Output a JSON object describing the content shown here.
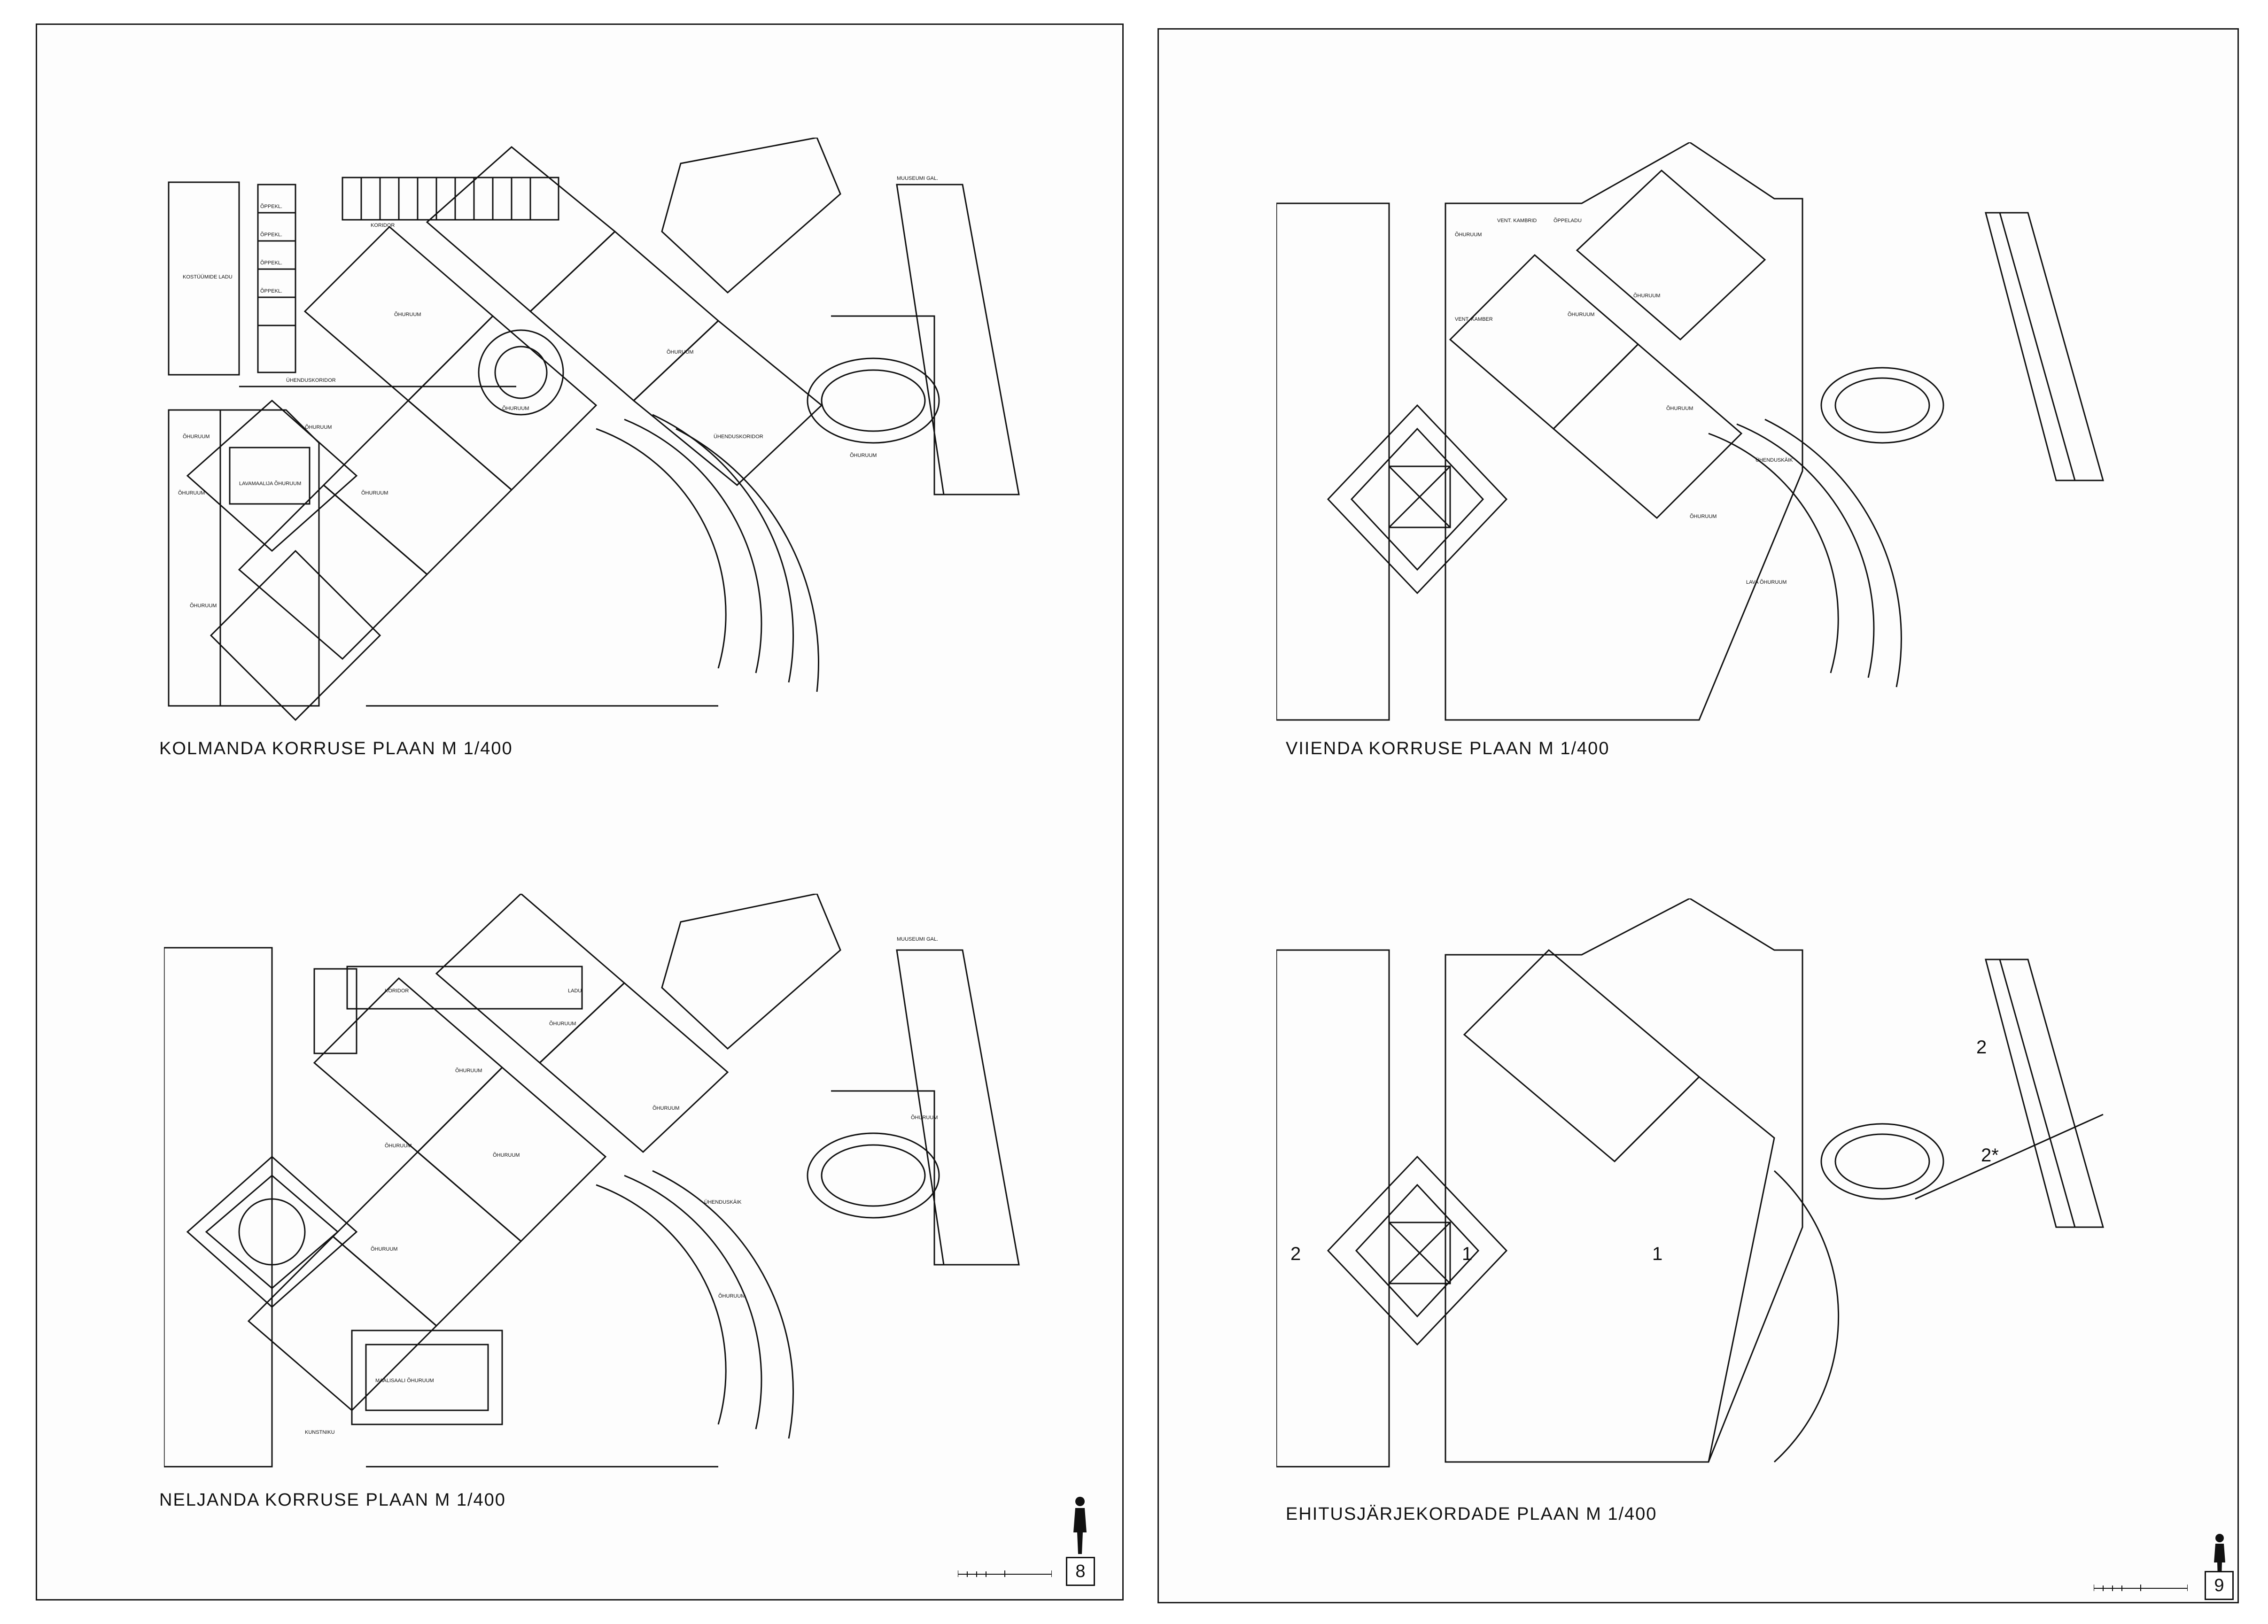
{
  "sheets": [
    {
      "id": "left",
      "page_number": "8",
      "plans": [
        {
          "caption": "KOLMANDA KORRUSE PLAAN  M 1/400",
          "rooms": [
            "KOSTÜÜMIDE LADU",
            "ÕHURUUM",
            "ÕHURUUM",
            "ÕHURUUM",
            "LAVAMAALIJA ÕHURUUM",
            "ÕHURUUM",
            "ÕHURUUM",
            "ÕHURUUM",
            "ÕHURUUM",
            "ÕHURUUM",
            "KORIDOR",
            "ÜHENDUSKORIDOR",
            "ÜHENDUSKORIDOR",
            "ÕPPEKL.",
            "ÕPPEKL.",
            "ÕPPEKL.",
            "ÕPPEKL.",
            "MUUSEUMI GAL.",
            "ÕHURUUM"
          ]
        },
        {
          "caption": "NELJANDA KORRUSE PLAAN  M 1/400",
          "rooms": [
            "ÕHURUUM",
            "ÕHURUUM",
            "ÕHURUUM",
            "ÕHURUUM",
            "ÕHURUUM",
            "ÕHURUUM",
            "ÕHURUUM",
            "ÕHURUUM",
            "MAALISAALI ÕHURUUM",
            "KORIDOR",
            "ÜHENDUSKÄIK",
            "MUUSEUMI GAL.",
            "LADU",
            "KUNSTNIKU"
          ]
        }
      ]
    },
    {
      "id": "right",
      "page_number": "9",
      "plans": [
        {
          "caption": "VIIENDA KORRUSE PLAAN  M 1/400",
          "rooms": [
            "ÕHURUUM",
            "ÕHURUUM",
            "ÕHURUUM",
            "ÕHURUUM",
            "ÕHURUUM",
            "VENT. KAMBRID",
            "ÕPPELADU",
            "VENT. KAMBER",
            "ÜHENDUSKÄIK",
            "LAVA ÕHURUUM"
          ]
        },
        {
          "caption": "EHITUSJÄRJEKORDADE PLAAN  M 1/400",
          "phase_labels": [
            "2",
            "1",
            "1",
            "2",
            "2*"
          ]
        }
      ]
    }
  ],
  "colors": {
    "ink": "#111111",
    "paper": "#fdfdfd",
    "frame": "#1a1a1a"
  }
}
